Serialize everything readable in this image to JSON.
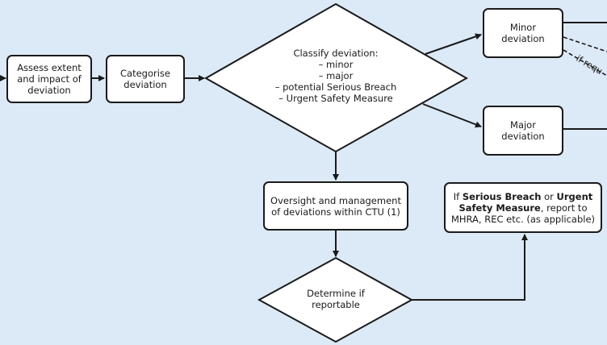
{
  "nodes": {
    "assess": {
      "lines": [
        "Assess extent",
        "and impact of",
        "deviation"
      ]
    },
    "categorise": {
      "lines": [
        "Categorise",
        "deviation"
      ]
    },
    "classify": {
      "title": "Classify deviation:",
      "options": [
        "– minor",
        "– major",
        "– potential Serious Breach",
        "– Urgent Safety Measure"
      ]
    },
    "minor": {
      "lines": [
        "Minor",
        "deviation"
      ]
    },
    "major": {
      "lines": [
        "Major",
        "deviation"
      ]
    },
    "oversight": {
      "lines": [
        "Oversight and management",
        "of deviations within CTU (1)"
      ]
    },
    "report": {
      "prefix": "If ",
      "serious_breach": "Serious Breach",
      "or": " or ",
      "urgent": "Urgent",
      "safety_measure": "Safety Measure",
      "suffix": ", report to",
      "line3": "MHRA, REC etc. (as applicable)"
    },
    "determine": {
      "lines": [
        "Determine if",
        "reportable"
      ]
    }
  },
  "edge_labels": {
    "if_required": "if requ"
  },
  "colors": {
    "background": "#dce9f7",
    "stroke": "#1a1a1a",
    "node_fill": "#ffffff"
  }
}
